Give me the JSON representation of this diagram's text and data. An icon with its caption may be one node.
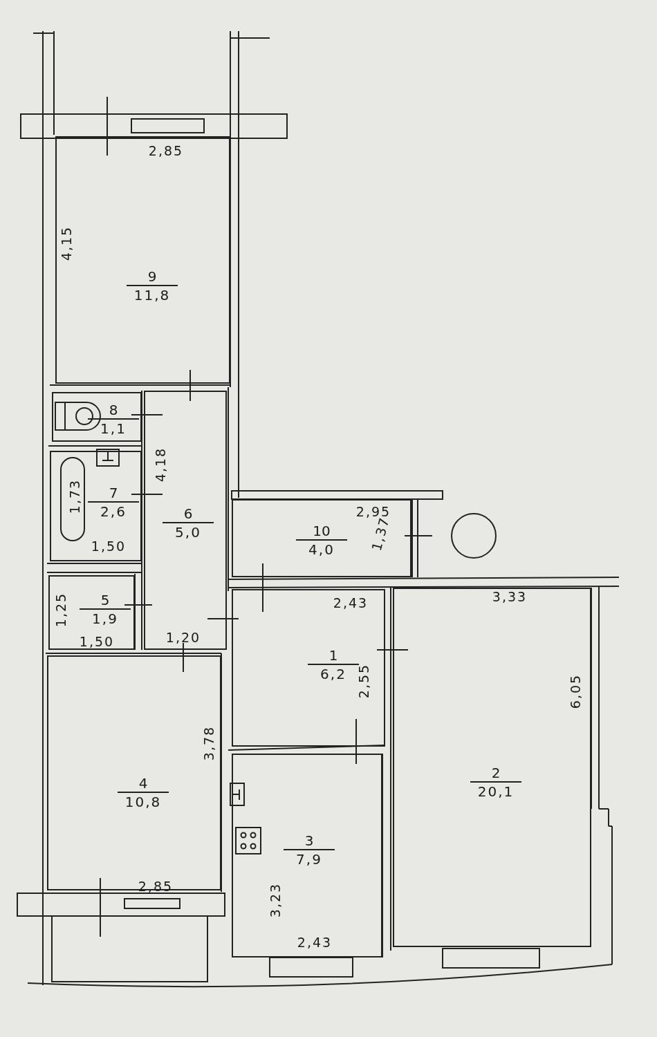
{
  "diagram": {
    "nodes": [
      {
        "text": [
          "9",
          "11,8"
        ]
      },
      {
        "text": [
          "8",
          "1,1"
        ]
      },
      {
        "text": [
          "6",
          "5,0"
        ]
      },
      {
        "text": [
          "7",
          "2,6"
        ]
      },
      {
        "text": [
          "10",
          "4,0"
        ]
      },
      {
        "text": [
          "5",
          "1,9"
        ]
      },
      {
        "text": [
          "1",
          "6,2"
        ]
      },
      {
        "text": [
          "2",
          "20,1"
        ]
      },
      {
        "text": [
          "4",
          "10,8"
        ]
      },
      {
        "text": [
          "3",
          "7,9"
        ]
      }
    ],
    "labels": [
      "2,85",
      "4,15",
      "1,73",
      "4,18",
      "1,50",
      "2,95",
      "1,37",
      "1,25",
      "2,43",
      "3,33",
      "1,50",
      "1,20",
      "2,55",
      "6,05",
      "3,78",
      "2,85",
      "3,23",
      "2,43"
    ]
  }
}
